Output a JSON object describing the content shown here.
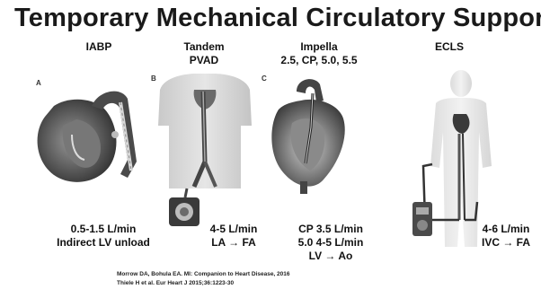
{
  "title": "Temporary Mechanical Circulatory Support",
  "columns": [
    {
      "head_lines": [
        "IABP"
      ],
      "panel": "A",
      "spec_lines": [
        "0.5-1.5 L/min",
        "Indirect LV unload"
      ]
    },
    {
      "head_lines": [
        "Tandem",
        "PVAD"
      ],
      "panel": "B",
      "spec_lines": [
        "4-5 L/min",
        "LA → FA"
      ]
    },
    {
      "head_lines": [
        "Impella",
        "2.5, CP, 5.0, 5.5"
      ],
      "panel": "C",
      "spec_lines": [
        "CP 3.5 L/min",
        "5.0 4-5 L/min",
        "LV → Ao"
      ]
    },
    {
      "head_lines": [
        "ECLS"
      ],
      "panel": "",
      "spec_lines": [
        "4-6 L/min",
        "IVC → FA"
      ]
    }
  ],
  "references": [
    "Morrow DA, Bohula EA. MI: Companion to Heart Disease, 2016",
    "Thiele H et al. Eur Heart J 2015;36:1223-30"
  ]
}
